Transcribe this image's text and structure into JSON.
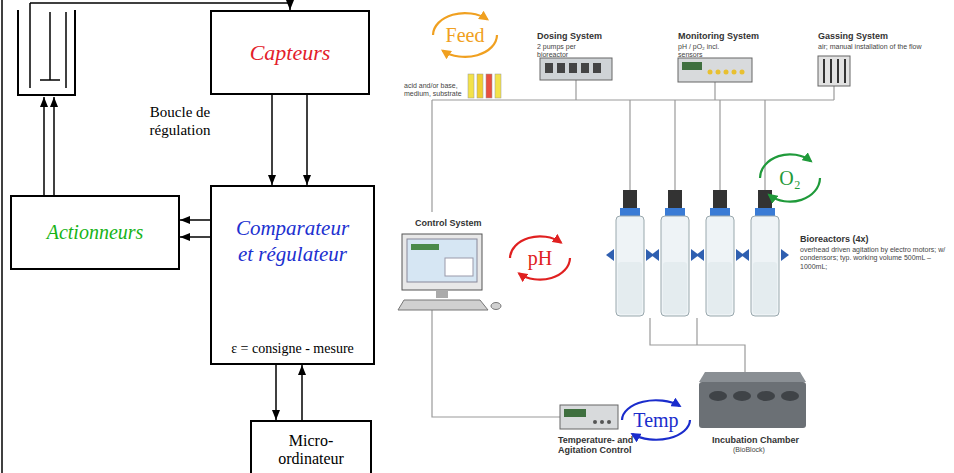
{
  "diagram": {
    "nodes": [
      {
        "text": [
          "Capteurs"
        ]
      },
      {
        "text": [
          "Actionneurs"
        ]
      },
      {
        "text": [
          "Comparateur et régulateur",
          "ε = consigne - mesure"
        ]
      },
      {
        "text": [
          "Micro- ordinateur"
        ]
      }
    ],
    "edges": [
      {
        "from": 0,
        "to": 2,
        "arrow": "to"
      },
      {
        "from": 0,
        "to": 2,
        "arrow": "to"
      },
      {
        "from": 2,
        "to": 1,
        "arrow": "to"
      },
      {
        "from": 2,
        "to": 1,
        "arrow": "to"
      },
      {
        "from": 2,
        "to": 3,
        "arrow": "to"
      },
      {
        "from": 3,
        "to": 2,
        "arrow": "to"
      }
    ],
    "labels": [
      "Boucle de régulation",
      "Feed",
      "Dosing System",
      "2 pumps per bioreactor",
      "acid and/or base, medium, substrate",
      "Monitoring System",
      "pH / pO₂ incl. sensors",
      "Gassing System",
      "air; manual installation of the flow",
      "Control System",
      "pH",
      "O₂",
      "Bioreactors (4x)",
      "overhead driven agitation by electro motors; w/ condensors; typ. working volume 500mL –1000mL;",
      "Temp",
      "Temperature- and Agitation Control",
      "Incubation Chamber",
      "(BioBlock)"
    ]
  }
}
